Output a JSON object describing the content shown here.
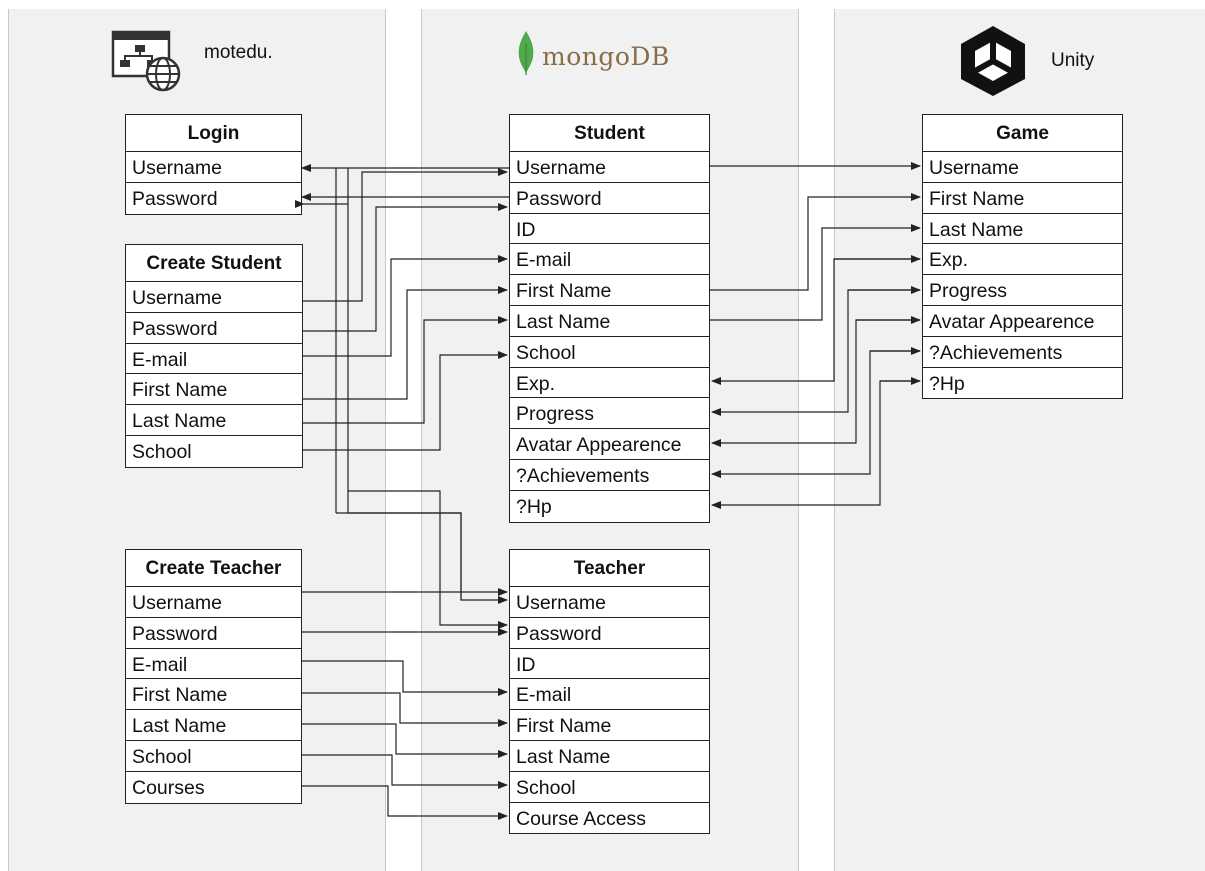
{
  "brands": {
    "motedu": "motedu.",
    "mongodb_pre": "mongo",
    "mongodb_post": "DB",
    "unity": "Unity"
  },
  "tables": {
    "login": {
      "title": "Login",
      "rows": [
        "Username",
        "Password"
      ]
    },
    "create_student": {
      "title": "Create Student",
      "rows": [
        "Username",
        "Password",
        "E-mail",
        "First Name",
        "Last Name",
        "School"
      ]
    },
    "create_teacher": {
      "title": "Create Teacher",
      "rows": [
        "Username",
        "Password",
        "E-mail",
        "First Name",
        "Last Name",
        "School",
        "Courses"
      ]
    },
    "student": {
      "title": "Student",
      "rows": [
        "Username",
        "Password",
        "ID",
        "E-mail",
        "First Name",
        "Last Name",
        "School",
        "Exp.",
        "Progress",
        "Avatar Appearence",
        "?Achievements",
        "?Hp"
      ]
    },
    "teacher": {
      "title": "Teacher",
      "rows": [
        "Username",
        "Password",
        "ID",
        "E-mail",
        "First Name",
        "Last Name",
        "School",
        "Course Access"
      ]
    },
    "game": {
      "title": "Game",
      "rows": [
        "Username",
        "First Name",
        "Last Name",
        "Exp.",
        "Progress",
        "Avatar Appearence",
        "?Achievements",
        "?Hp"
      ]
    }
  },
  "colors": {
    "lane": "#f1f1f1",
    "lane_border": "#c9c9c9",
    "line": "#222222",
    "mongo_leaf": "#4fa94d",
    "mongo_text": "#8a6c4b"
  },
  "icons": {
    "motedu": "website-globe-icon",
    "mongodb": "mongodb-leaf-icon",
    "unity": "unity-cube-icon"
  }
}
